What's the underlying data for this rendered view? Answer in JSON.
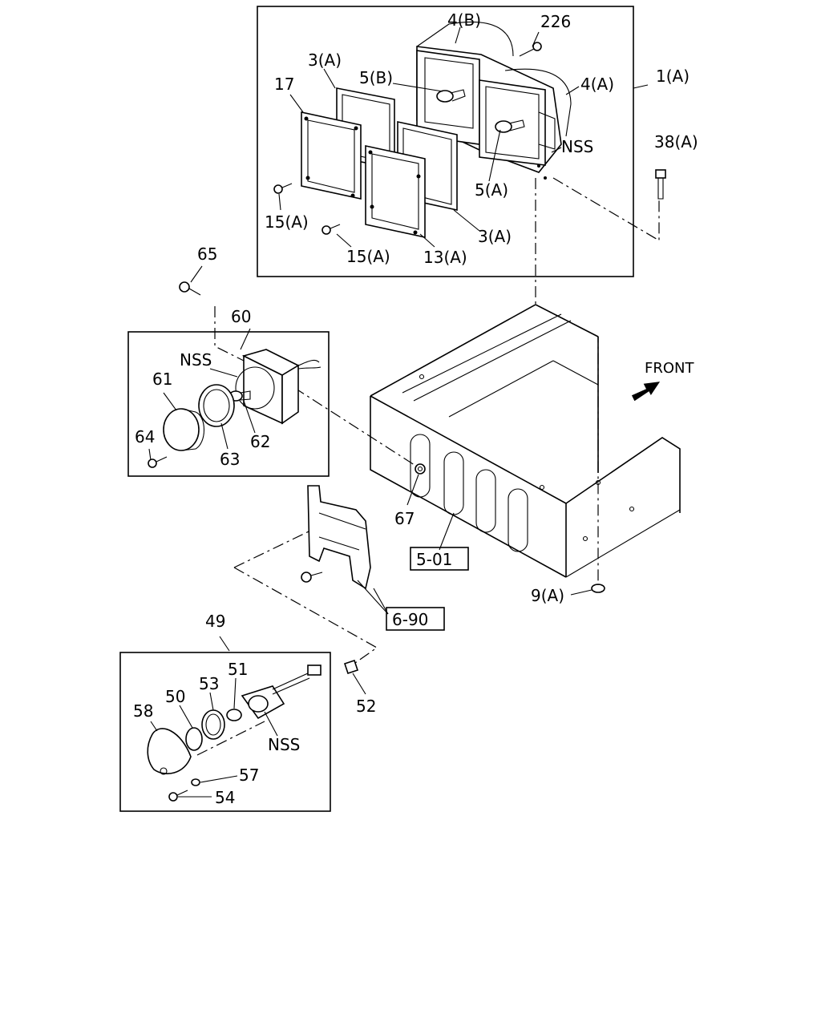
{
  "callouts": {
    "c_1a": "1(A)",
    "c_4b": "4(B)",
    "c_226": "226",
    "c_4a": "4(A)",
    "c_3a_top": "3(A)",
    "c_5b": "5(B)",
    "c_17": "17",
    "c_nss_top": "NSS",
    "c_38a": "38(A)",
    "c_5a": "5(A)",
    "c_15a_left": "15(A)",
    "c_15a_bottom": "15(A)",
    "c_13a": "13(A)",
    "c_3a_bottom": "3(A)",
    "c_65": "65",
    "c_60": "60",
    "c_nss_mid": "NSS",
    "c_61": "61",
    "c_62": "62",
    "c_63": "63",
    "c_64": "64",
    "c_front": "FRONT",
    "c_67": "67",
    "c_501": "5-01",
    "c_690": "6-90",
    "c_9a": "9(A)",
    "c_49": "49",
    "c_51": "51",
    "c_53": "53",
    "c_50": "50",
    "c_58": "58",
    "c_52": "52",
    "c_nss_bottom": "NSS",
    "c_57": "57",
    "c_54": "54"
  }
}
